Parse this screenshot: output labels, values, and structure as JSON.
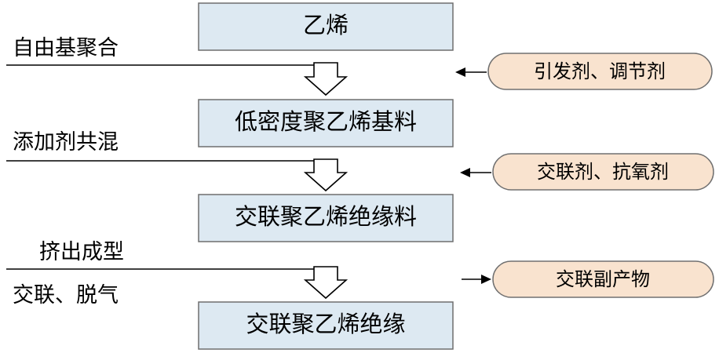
{
  "process_boxes": [
    {
      "label": "乙烯"
    },
    {
      "label": "低密度聚乙烯基料"
    },
    {
      "label": "交联聚乙烯绝缘料"
    },
    {
      "label": "交联聚乙烯绝缘"
    }
  ],
  "side_labels": {
    "step1": "自由基聚合",
    "step2": "添加剂共混",
    "step3_top": "挤出成型",
    "step3_bottom": "交联、脱气"
  },
  "inputs": [
    {
      "label": "引发剂、调节剂"
    },
    {
      "label": "交联剂、抗氧剂"
    }
  ],
  "output": {
    "label": "交联副产物"
  },
  "colors": {
    "box_fill": "#dde9f2",
    "pill_fill": "#f9e3cf"
  }
}
